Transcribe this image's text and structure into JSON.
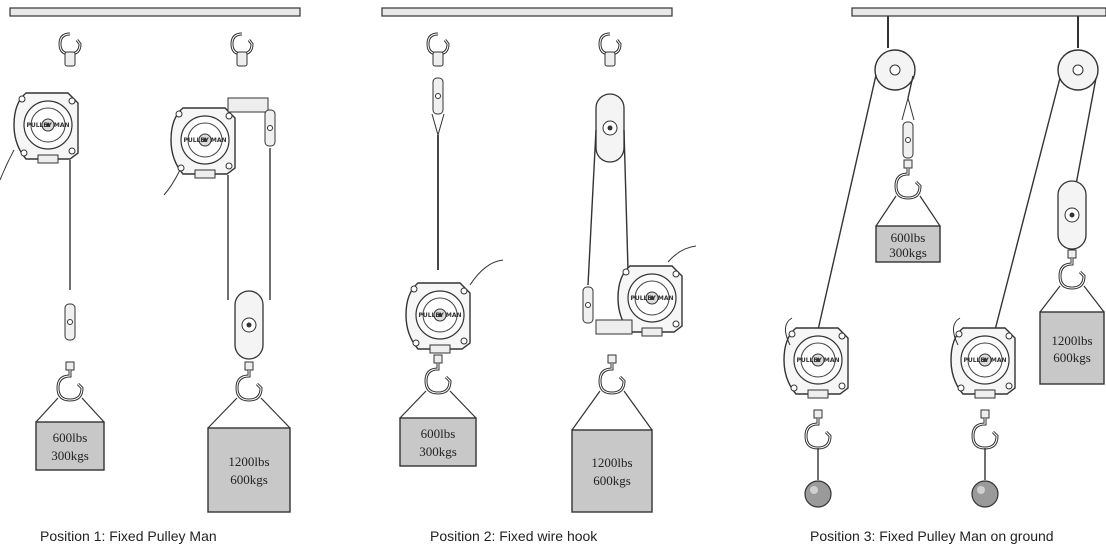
{
  "positions": [
    {
      "caption": "Position 1: Fixed Pulley Man",
      "loads": [
        {
          "line1": "600lbs",
          "line2": "300kgs"
        },
        {
          "line1": "1200lbs",
          "line2": "600kgs"
        }
      ]
    },
    {
      "caption": "Position 2: Fixed wire hook",
      "loads": [
        {
          "line1": "600lbs",
          "line2": "300kgs"
        },
        {
          "line1": "1200lbs",
          "line2": "600kgs"
        }
      ]
    },
    {
      "caption": "Position 3: Fixed Pulley Man on ground",
      "loads": [
        {
          "line1": "600lbs",
          "line2": "300kgs"
        },
        {
          "line1": "1200lbs",
          "line2": "600kgs"
        }
      ]
    }
  ],
  "device_brand": "PULLEY MAN",
  "colors": {
    "load_fill": "#c8c8c8",
    "rail_fill": "#e8e8e8",
    "line": "#333333"
  }
}
